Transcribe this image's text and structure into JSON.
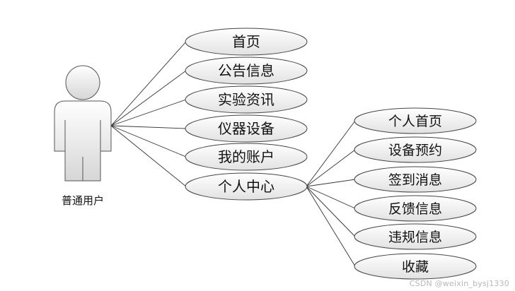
{
  "actor": {
    "label": "普通用户"
  },
  "use_cases": [
    {
      "id": "home",
      "label": "首页"
    },
    {
      "id": "announcements",
      "label": "公告信息"
    },
    {
      "id": "lab-info",
      "label": "实验资讯"
    },
    {
      "id": "instruments",
      "label": "仪器设备"
    },
    {
      "id": "my-account",
      "label": "我的账户"
    },
    {
      "id": "personal-center",
      "label": "个人中心"
    }
  ],
  "sub_use_cases": [
    {
      "id": "personal-home",
      "label": "个人首页"
    },
    {
      "id": "equipment-booking",
      "label": "设备预约"
    },
    {
      "id": "check-in-messages",
      "label": "签到消息"
    },
    {
      "id": "feedback",
      "label": "反馈信息"
    },
    {
      "id": "violations",
      "label": "违规信息"
    },
    {
      "id": "favorites",
      "label": "收藏"
    }
  ],
  "watermark": "CSDN @weixin_bysj1330"
}
